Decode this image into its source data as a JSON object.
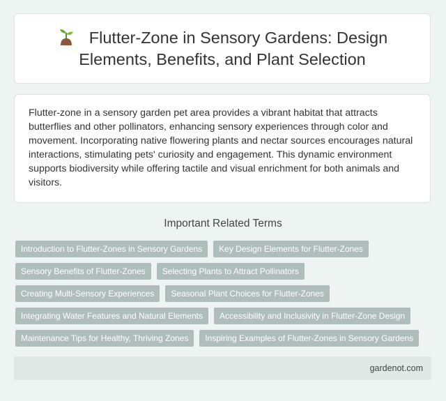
{
  "header": {
    "icon": "sprout-icon",
    "title": "Flutter-Zone in Sensory Gardens: Design Elements, Benefits, and Plant Selection"
  },
  "summary": {
    "text": "Flutter-zone in a sensory garden pet area provides a vibrant habitat that attracts butterflies and other pollinators, enhancing sensory experiences through color and movement. Incorporating native flowering plants and nectar sources encourages natural interactions, stimulating pets' curiosity and engagement. This dynamic environment supports biodiversity while offering tactile and visual enrichment for both animals and visitors."
  },
  "related": {
    "heading": "Important Related Terms",
    "terms": [
      "Introduction to Flutter-Zones in Sensory Gardens",
      "Key Design Elements for Flutter-Zones",
      "Sensory Benefits of Flutter-Zones",
      "Selecting Plants to Attract Pollinators",
      "Creating Multi-Sensory Experiences",
      "Seasonal Plant Choices for Flutter-Zones",
      "Integrating Water Features and Natural Elements",
      "Accessibility and Inclusivity in Flutter-Zone Design",
      "Maintenance Tips for Healthy, Thriving Zones",
      "Inspiring Examples of Flutter-Zones in Sensory Gardens"
    ]
  },
  "footer": {
    "site": "gardenot.com"
  },
  "colors": {
    "background": "#eef4f1",
    "card": "#ffffff",
    "tag": "#b0bdbd",
    "footer": "#e1e8e5"
  }
}
